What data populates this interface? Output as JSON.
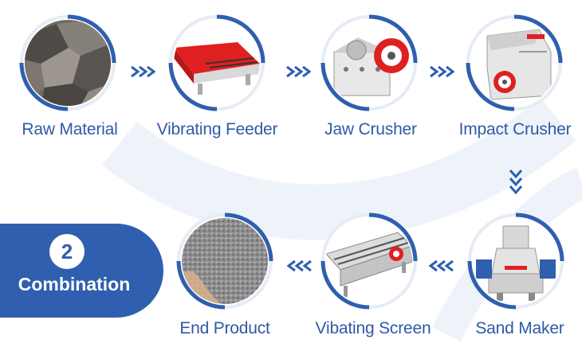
{
  "colors": {
    "accent": "#2e5aa7",
    "ring": "#2f5fae",
    "red": "#e02020",
    "badge": "#2f5fae"
  },
  "badge": {
    "number": "2",
    "label": "Combination"
  },
  "steps": [
    {
      "label": "Raw Material",
      "icon": "raw-material-rocks"
    },
    {
      "label": "Vibrating Feeder",
      "icon": "vibrating-feeder-machine"
    },
    {
      "label": "Jaw Crusher",
      "icon": "jaw-crusher-machine"
    },
    {
      "label": "Impact Crusher",
      "icon": "impact-crusher-machine"
    },
    {
      "label": "Sand Maker",
      "icon": "sand-maker-machine"
    },
    {
      "label": "Vibating Screen",
      "icon": "vibrating-screen-machine"
    },
    {
      "label": "End Product",
      "icon": "end-product-sand"
    }
  ]
}
